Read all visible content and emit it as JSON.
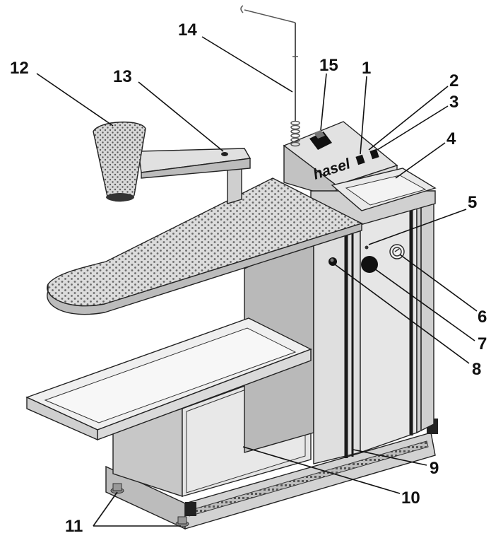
{
  "colors": {
    "body_light": "#ebebeb",
    "body_mid": "#d4d4d4",
    "body_dark": "#a9a9a9",
    "outline": "#222222",
    "board_dots": "#666666"
  },
  "brand_label": "hasel",
  "callouts": [
    {
      "id": "1",
      "label": "1"
    },
    {
      "id": "2",
      "label": "2"
    },
    {
      "id": "3",
      "label": "3"
    },
    {
      "id": "4",
      "label": "4"
    },
    {
      "id": "5",
      "label": "5"
    },
    {
      "id": "6",
      "label": "6"
    },
    {
      "id": "7",
      "label": "7"
    },
    {
      "id": "8",
      "label": "8"
    },
    {
      "id": "9",
      "label": "9"
    },
    {
      "id": "10",
      "label": "10"
    },
    {
      "id": "11",
      "label": "11"
    },
    {
      "id": "12",
      "label": "12"
    },
    {
      "id": "13",
      "label": "13"
    },
    {
      "id": "14",
      "label": "14"
    },
    {
      "id": "15",
      "label": "15"
    }
  ]
}
